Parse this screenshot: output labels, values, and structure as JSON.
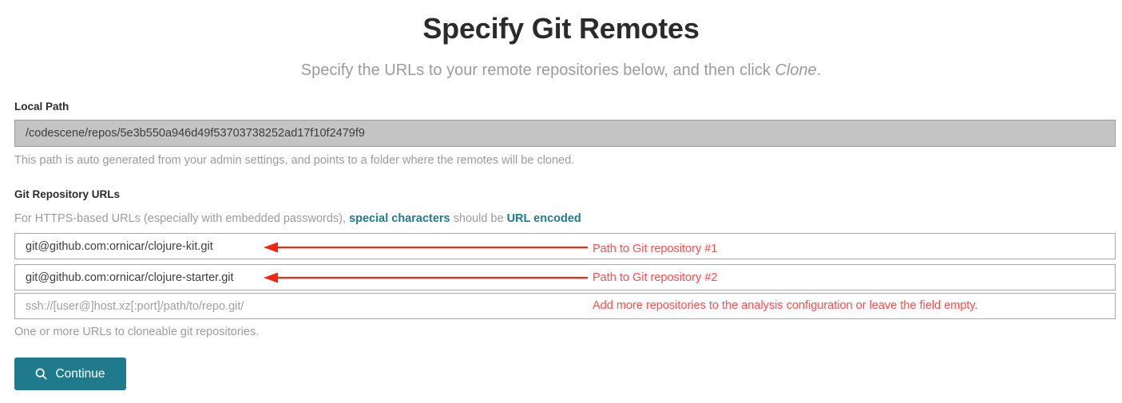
{
  "header": {
    "title": "Specify Git Remotes",
    "subtitle_before": "Specify the URLs to your remote repositories below, and then click ",
    "subtitle_emphasis": "Clone",
    "subtitle_after": "."
  },
  "local_path": {
    "label": "Local Path",
    "value": "/codescene/repos/5e3b550a946d49f53703738252ad17f10f2479f9",
    "help": "This path is auto generated from your admin settings, and points to a folder where the remotes will be cloned."
  },
  "git_urls": {
    "label": "Git Repository URLs",
    "help_prefix": "For HTTPS-based URLs (especially with embedded passwords), ",
    "help_link_1": "special characters",
    "help_middle": " should be ",
    "help_link_2": "URL encoded",
    "rows": [
      {
        "value": "git@github.com:ornicar/clojure-kit.git",
        "placeholder": "ssh://[user@]host.xz[:port]/path/to/repo.git/"
      },
      {
        "value": "git@github.com:ornicar/clojure-starter.git",
        "placeholder": "ssh://[user@]host.xz[:port]/path/to/repo.git/"
      },
      {
        "value": "",
        "placeholder": "ssh://[user@]host.xz[:port]/path/to/repo.git/"
      }
    ],
    "help_footer": "One or more URLs to cloneable git repositories."
  },
  "annotations": [
    {
      "text": "Path to Git repository #1",
      "has_arrow": true
    },
    {
      "text": "Path to Git repository #2",
      "has_arrow": true
    },
    {
      "text": "Add more repositories to the analysis configuration or leave the field empty.",
      "has_arrow": false
    }
  ],
  "actions": {
    "continue_label": "Continue",
    "continue_icon": "search-icon"
  },
  "colors": {
    "accent": "#1f7a8c",
    "annotation": "#ff4d4d",
    "disabled_bg": "#c4c4c4",
    "muted_text": "#9b9b9b"
  }
}
